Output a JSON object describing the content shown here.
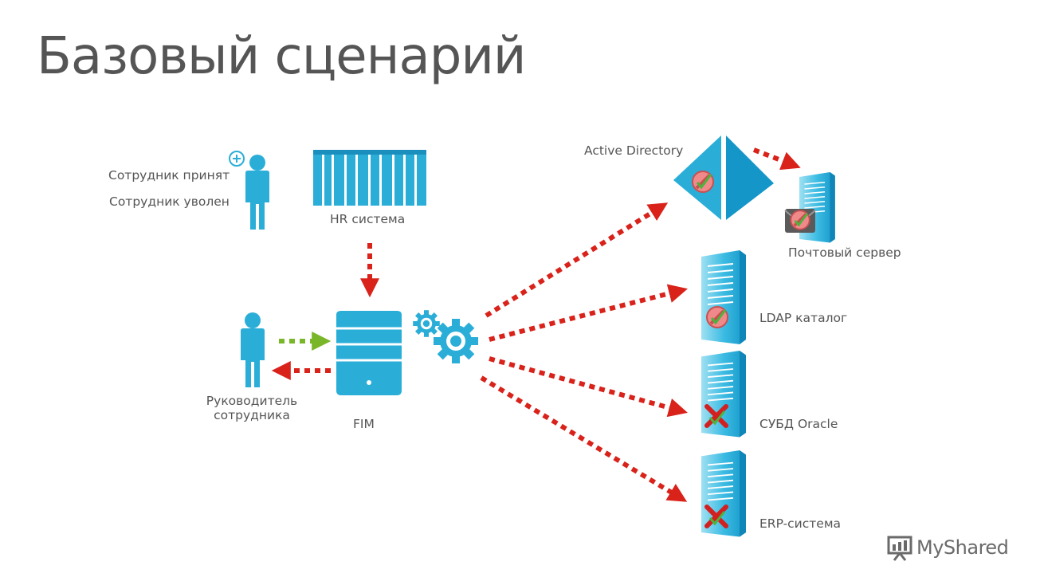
{
  "title": "Базовый сценарий",
  "labels": {
    "hired": "Сотрудник принят",
    "fired": "Сотрудник уволен",
    "hr_system": "HR система",
    "manager_line1": "Руководитель",
    "manager_line2": "сотрудника",
    "fim": "FIM",
    "active_directory": "Active Directory",
    "mail_server": "Почтовый сервер",
    "ldap": "LDAP каталог",
    "oracle": "СУБД Oracle",
    "erp": "ERP-система"
  },
  "watermark": "MyShared",
  "colors": {
    "accent": "#2aaed8",
    "arrow_red": "#d8221a",
    "arrow_green": "#7ab62a",
    "text": "#555555"
  }
}
